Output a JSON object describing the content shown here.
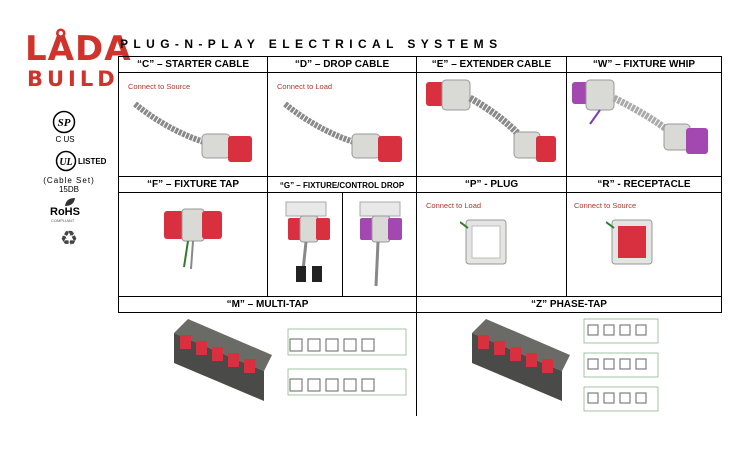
{
  "brand": {
    "logo_top": "LÅDA",
    "logo_bottom": "BUILD"
  },
  "page": {
    "title": "PLUG-N-PLAY ELECTRICAL SYSTEMS"
  },
  "certs": {
    "csa_mark": "SP",
    "csa_text": "C   US",
    "ul_mark": "UL",
    "ul_listed": "LISTED",
    "cable_set": "(Cable Set)",
    "cable_code": "15DB",
    "rohs": "RoHS",
    "rohs_sub": "COMPLIANT",
    "recycle": "♻"
  },
  "row1": [
    {
      "header": "“C” – STARTER CABLE",
      "note": "Connect to Source"
    },
    {
      "header": "“D” – DROP CABLE",
      "note": "Connect to Load"
    },
    {
      "header": "“E” – EXTENDER CABLE",
      "note": ""
    },
    {
      "header": "“W” – FIXTURE WHIP",
      "note": ""
    }
  ],
  "row2": [
    {
      "header": "“F” – FIXTURE TAP",
      "note": ""
    },
    {
      "header": "“G” – FIXTURE/CONTROL DROP",
      "note": ""
    },
    {
      "header": "“P” - PLUG",
      "note": "Connect to Load"
    },
    {
      "header": "“R” - RECEPTACLE",
      "note": "Connect to Source"
    }
  ],
  "row3": [
    {
      "header": "“M” – MULTI-TAP"
    },
    {
      "header": "“Z” PHASE-TAP"
    }
  ],
  "colors": {
    "brand_red": "#d0332b",
    "connector_red": "#d8303e",
    "connector_purple": "#a348b0",
    "housing_gray": "#d9d9d6",
    "box_dark": "#4a4a48"
  }
}
